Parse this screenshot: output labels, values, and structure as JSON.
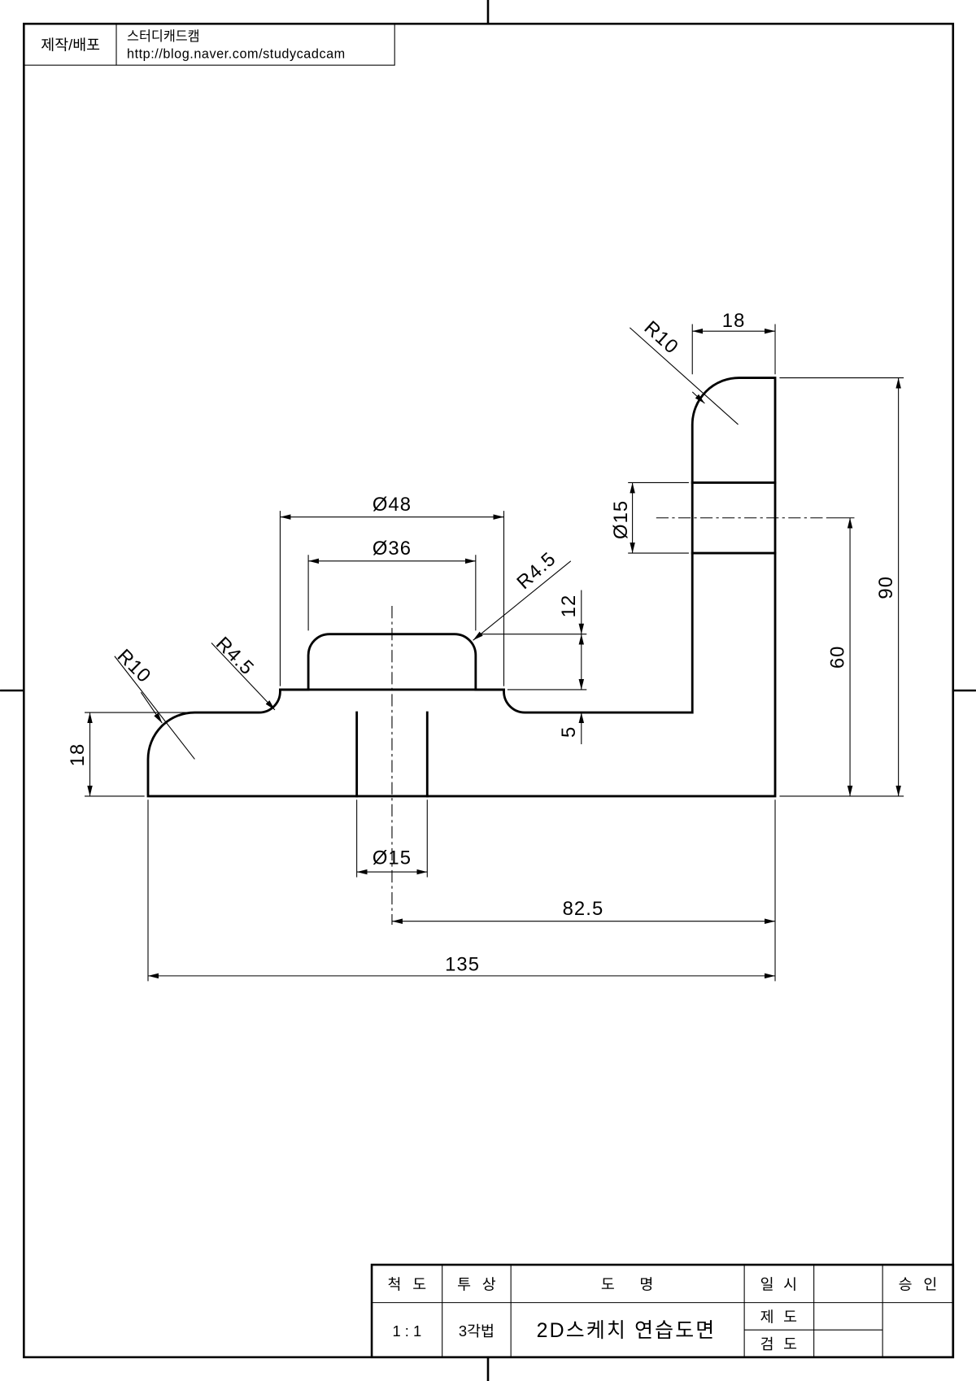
{
  "header": {
    "label": "제작/배포",
    "author": "스터디캐드캠",
    "url": "http://blog.naver.com/studycadcam"
  },
  "dimensions": {
    "top_width": "18",
    "top_radius": "R10",
    "hole_side": "Ø15",
    "height_total": "90",
    "hole_height": "60",
    "outer_diameter": "Ø48",
    "boss_diameter": "Ø36",
    "fillet_right": "R4.5",
    "boss_height": "12",
    "step_height": "5",
    "fillet_left": "R4.5",
    "base_radius": "R10",
    "base_height": "18",
    "hole_bottom": "Ø15",
    "center_offset": "82.5",
    "length_total": "135"
  },
  "title_block": {
    "scale_label": "척 도",
    "projection_label": "투 상",
    "name_label": "도      명",
    "date_label": "일 시",
    "approval_label": "승 인",
    "scale_value": "1 : 1",
    "projection_value": "3각법",
    "drawing_name": "2D스케치 연습도면",
    "drafted_label": "제 도",
    "checked_label": "검 도"
  }
}
